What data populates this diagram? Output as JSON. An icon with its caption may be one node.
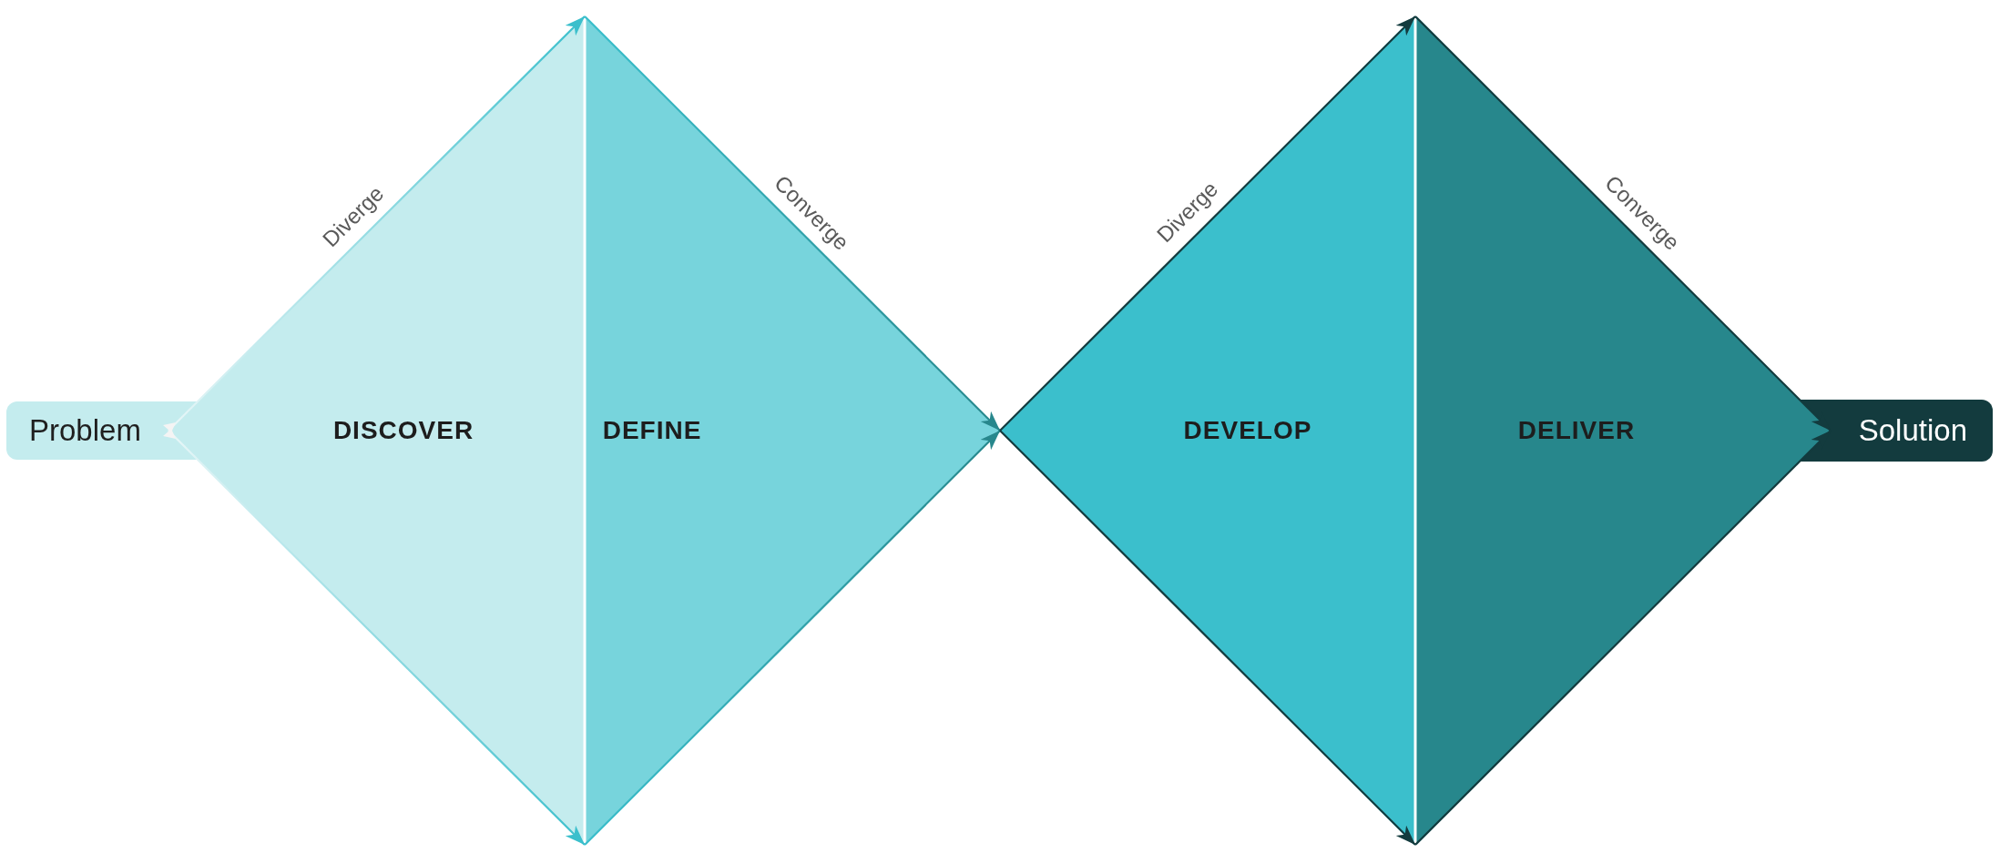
{
  "diagram": {
    "nodes": [
      {
        "text": [
          "Problem"
        ]
      },
      {
        "text": [
          "DISCOVER"
        ]
      },
      {
        "text": [
          "DEFINE"
        ]
      },
      {
        "text": [
          "DEVELOP"
        ]
      },
      {
        "text": [
          "DELIVER"
        ]
      },
      {
        "text": [
          "Solution"
        ]
      }
    ],
    "edges": [
      {
        "from": 0,
        "to": 2,
        "arrow": "to",
        "label": "Diverge",
        "color": "#3bbfcc"
      },
      {
        "from": 0,
        "to": 2,
        "arrow": "to",
        "color": "#3bbfcc"
      },
      {
        "from": 1,
        "to": 3,
        "arrow": "to",
        "label": "Converge",
        "color": "#27878c"
      },
      {
        "from": 1,
        "to": 3,
        "arrow": "to",
        "color": "#27878c"
      },
      {
        "from": 2,
        "to": 4,
        "arrow": "to",
        "label": "Diverge"
      },
      {
        "from": 2,
        "to": 4,
        "arrow": "to"
      },
      {
        "from": 3,
        "to": 5,
        "arrow": "to",
        "label": "Converge"
      },
      {
        "from": 3,
        "to": 5,
        "arrow": "to"
      }
    ]
  }
}
